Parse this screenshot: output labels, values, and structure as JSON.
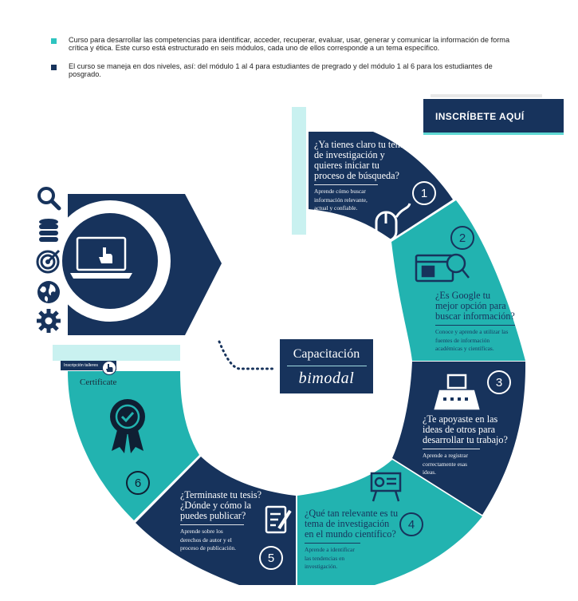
{
  "intro": [
    {
      "text": "Curso para desarrollar las competencias para identificar, acceder, recuperar, evaluar, usar, generar y comunicar la información de forma crítica y ética. Este curso está estructurado en seis módulos, cada uno de ellos corresponde a un tema específico.",
      "color": "#2ec4c0"
    },
    {
      "text": "El curso se maneja en dos niveles, así: del módulo 1 al 4 para  estudiantes de pregrado y del módulo 1 al 6  para los estudiantes de posgrado.",
      "color": "#17335c"
    }
  ],
  "cta": {
    "label": "INSCRÍBETE AQUÍ"
  },
  "center": {
    "line1": "Capacitación",
    "line2": "bimodal"
  },
  "workshops_button": {
    "label": "Inscripción talleres"
  },
  "certificate": {
    "label": "Certificate"
  },
  "colors": {
    "navy": "#17335c",
    "teal": "#22b3b0",
    "teal_light": "#7fe6e2",
    "pale": "#c9f1f0"
  },
  "side_icons": [
    "search-icon",
    "database-icon",
    "target-icon",
    "globe-icon",
    "gear-icon"
  ],
  "modules": [
    {
      "number": "1",
      "question": "¿Ya tienes claro tu tema de investigación y quieres iniciar tu proceso de búsqueda?",
      "description": "Aprende cómo buscar información relevante, actual y confiable.",
      "icon": "mouse-icon"
    },
    {
      "number": "2",
      "question": "¿Es Google tu mejor opción para buscar información?",
      "description": "Conoce y aprende a utilizar las fuentes de información académicas y científicas.",
      "icon": "browser-search-icon"
    },
    {
      "number": "3",
      "question": "¿Te apoyaste en las ideas de otros para desarrollar tu trabajo?",
      "description": "Aprende a registrar correctamente esas ideas.",
      "icon": "typewriter-icon"
    },
    {
      "number": "4",
      "question": "¿Qué tan relevante es tu tema de investigación en el mundo científico?",
      "description": "Aprende a identificar las tendencias en investigación.",
      "icon": "presentation-board-icon"
    },
    {
      "number": "5",
      "question": "¿Terminaste tu tesis? ¿Dónde y cómo la puedes publicar?",
      "description": "Aprende sobre los derechos de autor y el proceso de publicación.",
      "icon": "document-pen-icon"
    },
    {
      "number": "6",
      "question": "",
      "description": "",
      "icon": "certificate-badge-icon"
    }
  ]
}
